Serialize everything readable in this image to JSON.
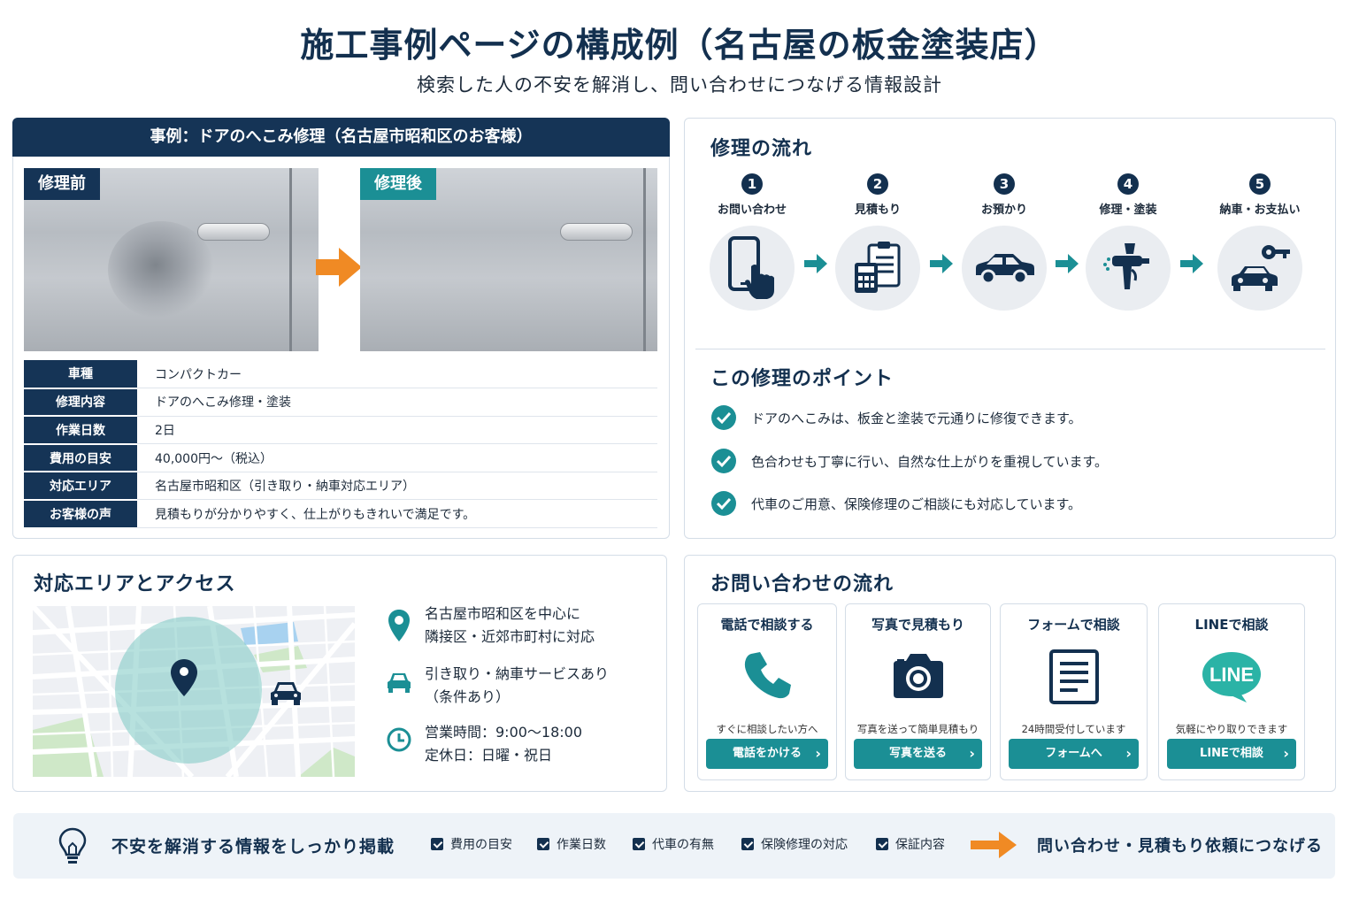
{
  "page": {
    "title": "施工事例ページの構成例（名古屋の板金塗装店）",
    "subtitle": "検索した人の不安を解消し、問い合わせにつなげる情報設計"
  },
  "case": {
    "heading": "事例：ドアのへこみ修理（名古屋市昭和区のお客様）",
    "before_label": "修理前",
    "after_label": "修理後",
    "specs": [
      {
        "key": "車種",
        "value": "コンパクトカー"
      },
      {
        "key": "修理内容",
        "value": "ドアのへこみ修理・塗装"
      },
      {
        "key": "作業日数",
        "value": "2日"
      },
      {
        "key": "費用の目安",
        "value": "40,000円〜（税込）"
      },
      {
        "key": "対応エリア",
        "value": "名古屋市昭和区（引き取り・納車対応エリア）"
      },
      {
        "key": "お客様の声",
        "value": "見積もりが分かりやすく、仕上がりもきれいで満足です。"
      }
    ]
  },
  "flow": {
    "heading": "修理の流れ",
    "steps": [
      {
        "num": "1",
        "label": "お問い合わせ",
        "icon": "smartphone-tap-icon"
      },
      {
        "num": "2",
        "label": "見積もり",
        "icon": "calculator-clipboard-icon"
      },
      {
        "num": "3",
        "label": "お預かり",
        "icon": "car-icon"
      },
      {
        "num": "4",
        "label": "修理・塗装",
        "icon": "spray-gun-icon"
      },
      {
        "num": "5",
        "label": "納車・お支払い",
        "icon": "car-key-icon"
      }
    ]
  },
  "points": {
    "heading": "この修理のポイント",
    "items": [
      "ドアのへこみは、板金と塗装で元通りに修復できます。",
      "色合わせも丁寧に行い、自然な仕上がりを重視しています。",
      "代車のご用意、保険修理のご相談にも対応しています。"
    ]
  },
  "access": {
    "heading": "対応エリアとアクセス",
    "area_line1": "名古屋市昭和区を中心に",
    "area_line2": "隣接区・近郊市町村に対応",
    "pickup_line1": "引き取り・納車サービスあり",
    "pickup_line2": "（条件あり）",
    "hours_line1": "営業時間：9:00〜18:00",
    "hours_line2": "定休日：日曜・祝日"
  },
  "contact": {
    "heading": "お問い合わせの流れ",
    "cards": [
      {
        "title": "電話で相談する",
        "desc": "すぐに相談したい方へ",
        "button": "電話をかける",
        "icon": "phone-icon"
      },
      {
        "title": "写真で見積もり",
        "desc": "写真を送って簡単見積もり",
        "button": "写真を送る",
        "icon": "camera-icon"
      },
      {
        "title": "フォームで相談",
        "desc": "24時間受付しています",
        "button": "フォームへ",
        "icon": "form-icon"
      },
      {
        "title": "LINEで相談",
        "desc": "気軽にやり取りできます",
        "button": "LINEで相談",
        "icon": "line-icon",
        "icon_text": "LINE"
      }
    ]
  },
  "bottom": {
    "lead": "不安を解消する情報をしっかり掲載",
    "checks": [
      "費用の目安",
      "作業日数",
      "代車の有無",
      "保険修理の対応",
      "保証内容"
    ],
    "tail": "問い合わせ・見積もり依頼につなげる"
  },
  "colors": {
    "navy": "#153456",
    "teal": "#1b8f95",
    "orange": "#f08a24",
    "line_green": "#2bb3a6"
  }
}
